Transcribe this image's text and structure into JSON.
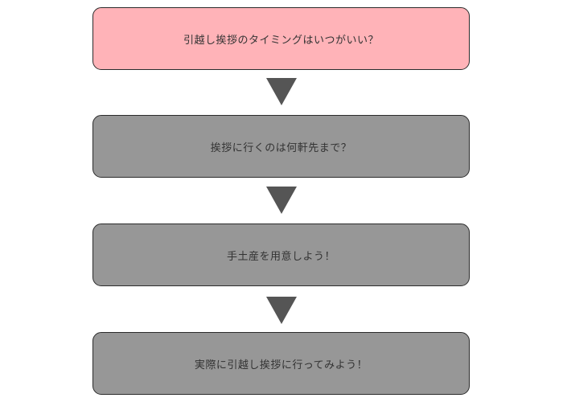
{
  "flow": {
    "steps": [
      {
        "label": "引越し挨拶のタイミングはいつがいい？",
        "fill": "#ffb3b8",
        "highlight": true
      },
      {
        "label": "挨拶に行くのは何軒先まで？",
        "fill": "#979797",
        "highlight": false
      },
      {
        "label": "手土産を用意しよう！",
        "fill": "#979797",
        "highlight": false
      },
      {
        "label": "実際に引越し挨拶に行ってみよう！",
        "fill": "#979797",
        "highlight": false
      }
    ],
    "arrow_color": "#555555",
    "border_color": "#2b2b2b"
  }
}
